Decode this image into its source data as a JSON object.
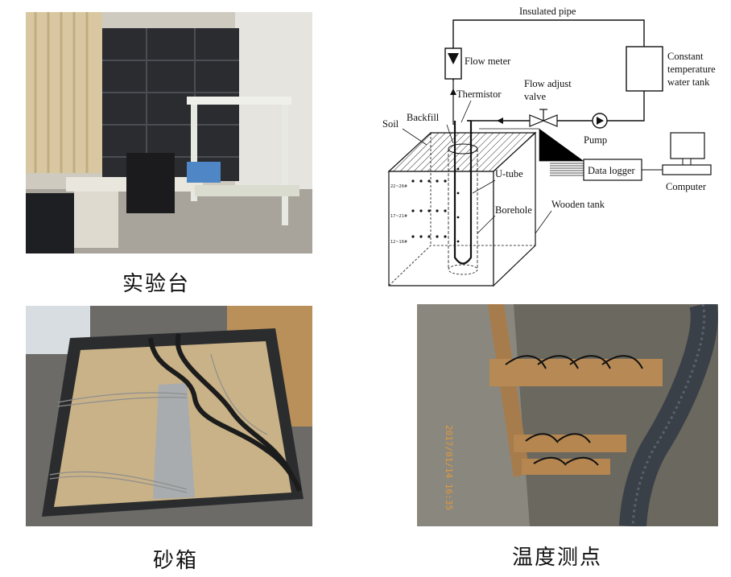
{
  "captions": {
    "test_bench": "实验台",
    "sand_box": "砂箱",
    "temp_points": "温度测点"
  },
  "diagram": {
    "insulated_pipe": "Insulated pipe",
    "flow_meter": "Flow meter",
    "constant_tank_line1": "Constant",
    "constant_tank_line2": "temperature",
    "constant_tank_line3": "water tank",
    "thermistor": "Thermistor",
    "flow_valve_line1": "Flow adjust",
    "flow_valve_line2": "valve",
    "soil": "Soil",
    "backfill": "Backfill",
    "pump": "Pump",
    "data_logger": "Data logger",
    "computer": "Computer",
    "u_tube": "U-tube",
    "borehole": "Borehole",
    "wooden_tank": "Wooden tank",
    "sensor_row_top": "22~26#",
    "sensor_row_mid": "17~21#",
    "sensor_row_bot": "12~16#"
  },
  "photo_stamp": "2017/01/14 16:35"
}
